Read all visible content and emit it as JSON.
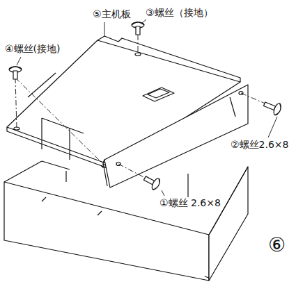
{
  "diagram": {
    "labels": [
      "⑤主机板",
      "③螺丝（接地）",
      "④螺丝(接地)",
      "②螺丝2.6×8",
      "①螺丝 2.6×8",
      "⑥"
    ]
  }
}
